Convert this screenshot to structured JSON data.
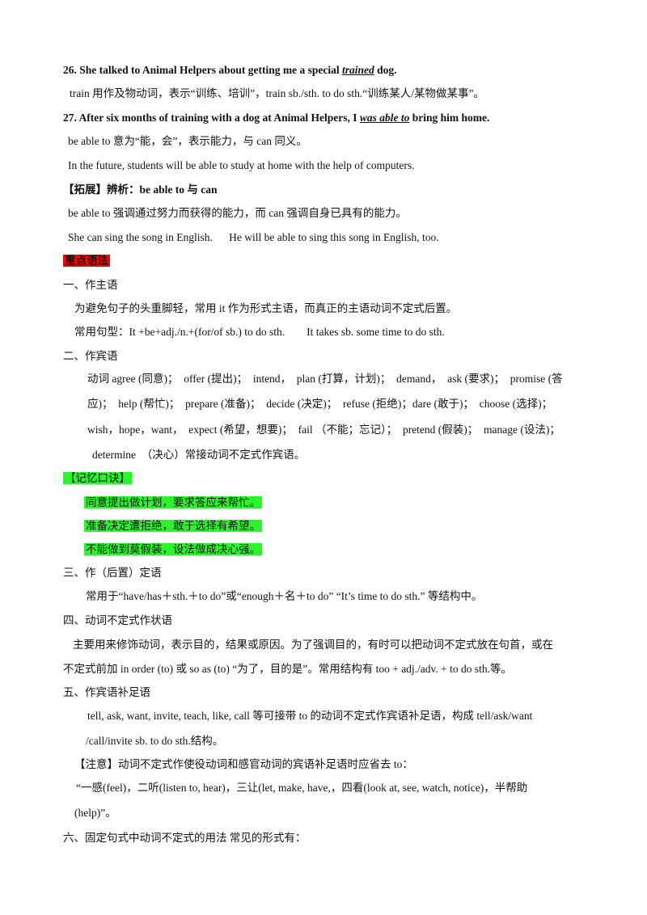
{
  "q26": {
    "prefix": "26.  She talked to Animal Helpers about getting me a special ",
    "answer": "trained",
    "suffix": " dog.",
    "note": "train 用作及物动词，表示“训练、培训”，train sb./sth. to do sth.“训练某人/某物做某事”。"
  },
  "q27": {
    "prefix": "27.  After six months of training with a dog at Animal Helpers, I ",
    "answer": "was able to",
    "suffix": " bring him home.",
    "note1": "be able to 意为“能，会”，表示能力，与 can 同义。",
    "example": "In the future, students will be able to study at home with the help of computers.",
    "ext_title": "【拓展】辨析：be able to 与 can",
    "ext_note": "be able to 强调通过努力而获得的能力，而 can 强调自身已具有的能力。",
    "ext_example": "She can sing the song in English.      He will be able to sing this song in English, too."
  },
  "grammar_title": "重点语法",
  "s1": {
    "heading": "一、作主语",
    "text": "为避免句子的头重脚轻，常用 it 作为形式主语，而真正的主语动词不定式后置。",
    "pattern": "常用句型：It +be+adj./n.+(for/of sb.) to do sth.        It takes sb. some time to do sth."
  },
  "s2": {
    "heading": "二、作宾语",
    "line1": "动词 agree (同意)；  offer (提出)；  intend，  plan (打算，计划)；  demand，  ask (要求)；  promise (答",
    "line2": "应)；  help (帮忙)；  prepare (准备)；  decide (决定)；  refuse (拒绝)；dare (敢于)；  choose (选择)；",
    "line3": "wish，hope，want，  expect (希望，想要)；  fail （不能；忘记）；  pretend (假装)；  manage (设法)；",
    "line4": "determine  （决心）常接动词不定式作宾语。"
  },
  "mnemonic": {
    "title": "【记忆口诀】",
    "lines": [
      "同意提出做计划，要求答应来帮忙。",
      "准备决定遭拒绝，敢于选择有希望。",
      "不能做到莫假装，设法做成决心强。"
    ]
  },
  "s3": {
    "heading": "三、作（后置）定语",
    "text": "常用于“have/has＋sth.＋to do”或“enough＋名＋to do” “It’s time to do sth.” 等结构中。"
  },
  "s4": {
    "heading": "四、动词不定式作状语",
    "line1": "主要用来修饰动词，表示目的，结果或原因。为了强调目的，有时可以把动词不定式放在句首，或在",
    "line2": "不定式前加 in order (to)  或 so as (to) “为了，目的是”。常用结构有 too + adj./adv. + to do sth.等。"
  },
  "s5": {
    "heading": "五、作宾语补足语",
    "line1": "tell, ask, want, invite, teach, like, call 等可接带 to 的动词不定式作宾语补足语，构成 tell/ask/want",
    "line2": "/call/invite sb. to do sth.结构。",
    "attention": "【注意】动词不定式作使役动词和感官动词的宾语补足语时应省去 to：",
    "line3": "“一感(feel)，二听(listen to, hear)，三让(let, make, have,，四看(look at, see, watch, notice)，半帮助",
    "line4": "(help)”。"
  },
  "s6": {
    "heading": "六、固定句式中动词不定式的用法  常见的形式有："
  }
}
